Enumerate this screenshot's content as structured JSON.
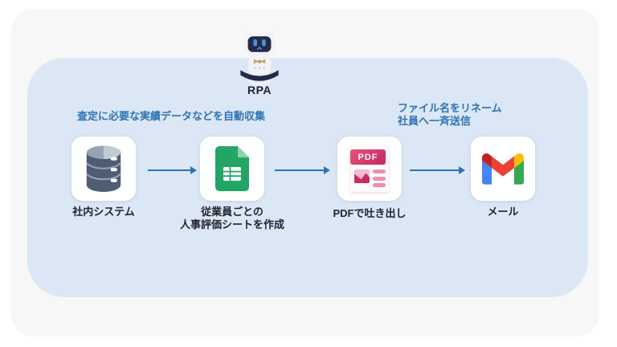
{
  "colors": {
    "page_bg": "#ffffff",
    "card_bg": "#f7f7f8",
    "panel_bg": "#dbe7f4",
    "accent_blue": "#2e74b5",
    "label_dark": "#23242e",
    "database_slate": "#4e5c74",
    "sheets_green": "#23a566",
    "pdf_pink": "#ca2b60",
    "gmail_red": "#ea4335",
    "gmail_blue": "#4285f4",
    "gmail_green": "#34a853",
    "gmail_yellow": "#fbbc04"
  },
  "robot": {
    "icon": "rpa-robot-icon",
    "label": "RPA"
  },
  "annotations": {
    "collect": "査定に必要な実績データなどを自動収集",
    "rename_line1": "ファイル名をリネーム",
    "rename_line2": "社員へ一斉送信"
  },
  "steps": [
    {
      "icon": "database-icon",
      "label_line1": "社内システム"
    },
    {
      "icon": "google-sheets-icon",
      "label_line1": "従業員ごとの",
      "label_line2": "人事評価シートを作成"
    },
    {
      "icon": "pdf-document-icon",
      "badge": "PDF",
      "label_line1": "PDFで吐き出し"
    },
    {
      "icon": "gmail-icon",
      "label_line1": "メール"
    }
  ]
}
